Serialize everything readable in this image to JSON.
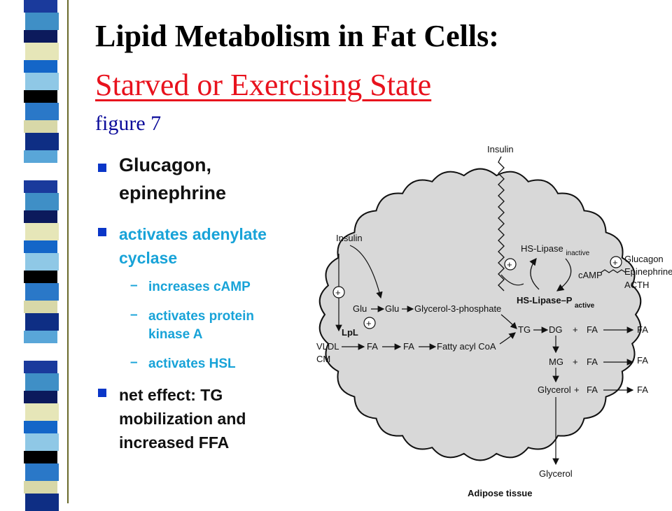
{
  "title": {
    "main": "Lipid Metabolism in Fat Cells:",
    "red": "Starved or Exercising State",
    "sub": "figure 7"
  },
  "bullets": {
    "b1_line1": "Glucagon,",
    "b1_line2": "epinephrine",
    "b2_line1": "activates adenylate",
    "b2_line2": "cyclase",
    "sub1": "increases cAMP",
    "sub2_line1": "activates protein",
    "sub2_line2": "kinase A",
    "sub3": "activates HSL",
    "b3_line1": "net effect: TG",
    "b3_line2": "mobilization and",
    "b3_line3": "increased FFA"
  },
  "diagram": {
    "insulin_top": "Insulin",
    "insulin_left": "Insulin",
    "hs_lipase_inactive": "HS-Lipase",
    "inactive_sub": "inactive",
    "camp": "cAMP",
    "hs_lipase_active": "HS-Lipase–P",
    "active_sub": "active",
    "glucagon": "Glucagon",
    "epinephrine": "Epinephrine",
    "acth": "ACTH",
    "plus": "+",
    "glu_outer": "Glu",
    "glu_inner": "Glu",
    "glycerol3p": "Glycerol-3-phosphate",
    "tg": "TG",
    "dg": "DG",
    "mg": "MG",
    "glycerol_inner": "Glycerol",
    "fa": "FA",
    "lpl": "LpL",
    "vldl": "VLDL",
    "cm": "CM",
    "fatty_acyl_coa": "Fatty acyl CoA",
    "glycerol_out": "Glycerol",
    "adipose": "Adipose tissue"
  },
  "colors": {
    "title_red": "#e8121d",
    "subtitle_blue": "#0b0b9a",
    "bullet_blue": "#0a36c8",
    "cyan_text": "#18a3d8",
    "cell_fill": "#d8d8d8"
  }
}
